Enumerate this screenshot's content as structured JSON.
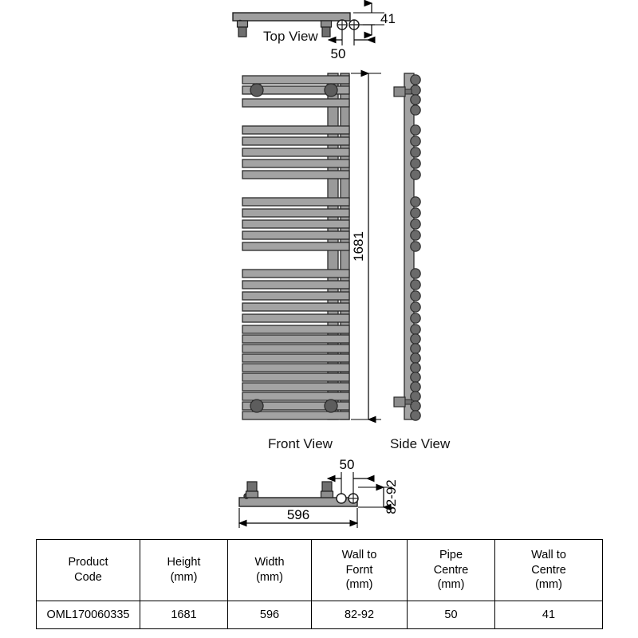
{
  "views": {
    "top": {
      "label": "Top View"
    },
    "front": {
      "label": "Front View"
    },
    "side": {
      "label": "Side View"
    }
  },
  "dimensions": {
    "wall_to_centre": "41",
    "pipe_centre_top": "50",
    "height": "1681",
    "pipe_centre_bottom": "50",
    "wall_to_front": "82-92",
    "width": "596"
  },
  "table": {
    "headers": [
      {
        "line1": "Product",
        "line2": "Code",
        "line3": ""
      },
      {
        "line1": "Height",
        "line2": "(mm)",
        "line3": ""
      },
      {
        "line1": "Width",
        "line2": "(mm)",
        "line3": ""
      },
      {
        "line1": "Wall to",
        "line2": "Fornt",
        "line3": "(mm)"
      },
      {
        "line1": "Pipe",
        "line2": "Centre",
        "line3": "(mm)"
      },
      {
        "line1": "Wall to",
        "line2": "Centre",
        "line3": "(mm)"
      }
    ],
    "rows": [
      {
        "product_code": "OML170060335",
        "height": "1681",
        "width": "596",
        "wall_to_front": "82-92",
        "pipe_centre": "50",
        "wall_to_centre": "41"
      }
    ]
  },
  "colors": {
    "rail_fill": "#a3a3a3",
    "rail_stroke": "#2b2b2b",
    "tube_fill": "#9a9a9a",
    "bracket_fill": "#5d5d5d",
    "bar_fill": "#9e9e9e",
    "line": "#000000"
  }
}
